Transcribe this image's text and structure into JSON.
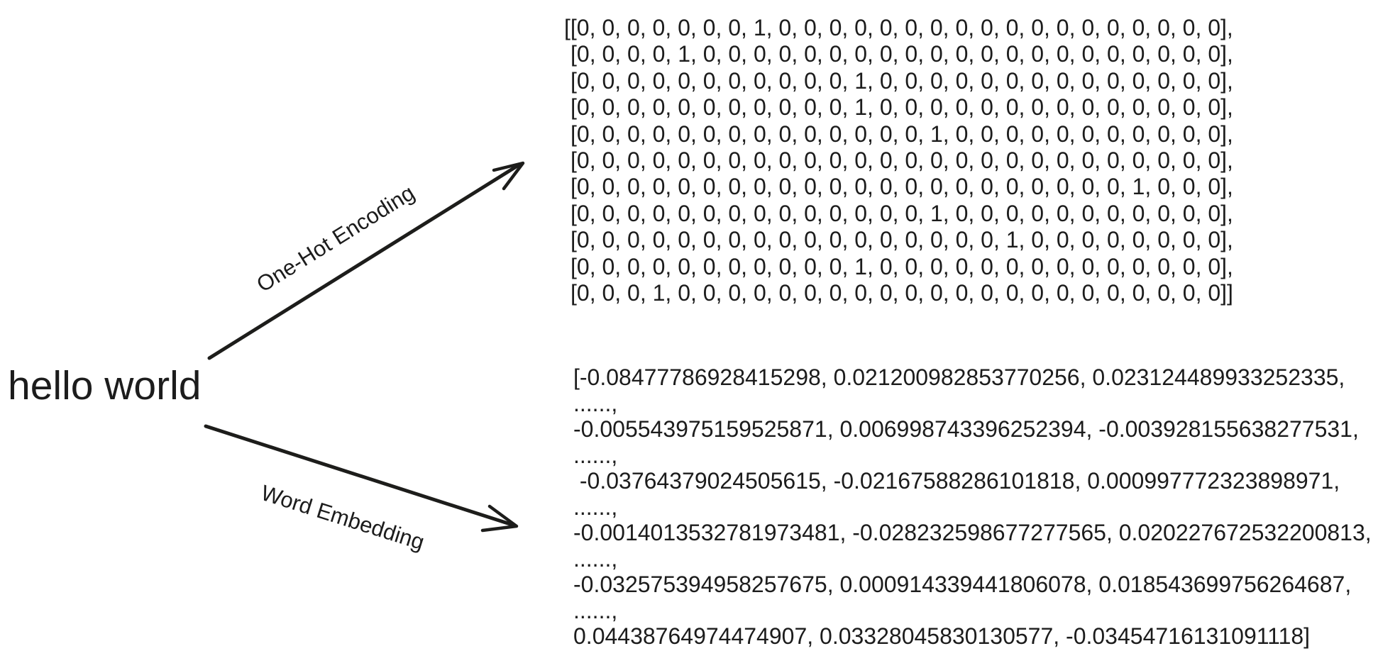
{
  "source_text": "hello world",
  "arrows": {
    "one_hot": {
      "label": "One-Hot Encoding"
    },
    "word_embedding": {
      "label": "Word Embedding"
    }
  },
  "one_hot_matrix": {
    "columns": 26,
    "rows": [
      [
        0,
        0,
        0,
        0,
        0,
        0,
        0,
        1,
        0,
        0,
        0,
        0,
        0,
        0,
        0,
        0,
        0,
        0,
        0,
        0,
        0,
        0,
        0,
        0,
        0,
        0
      ],
      [
        0,
        0,
        0,
        0,
        1,
        0,
        0,
        0,
        0,
        0,
        0,
        0,
        0,
        0,
        0,
        0,
        0,
        0,
        0,
        0,
        0,
        0,
        0,
        0,
        0,
        0
      ],
      [
        0,
        0,
        0,
        0,
        0,
        0,
        0,
        0,
        0,
        0,
        0,
        1,
        0,
        0,
        0,
        0,
        0,
        0,
        0,
        0,
        0,
        0,
        0,
        0,
        0,
        0
      ],
      [
        0,
        0,
        0,
        0,
        0,
        0,
        0,
        0,
        0,
        0,
        0,
        1,
        0,
        0,
        0,
        0,
        0,
        0,
        0,
        0,
        0,
        0,
        0,
        0,
        0,
        0
      ],
      [
        0,
        0,
        0,
        0,
        0,
        0,
        0,
        0,
        0,
        0,
        0,
        0,
        0,
        0,
        1,
        0,
        0,
        0,
        0,
        0,
        0,
        0,
        0,
        0,
        0,
        0
      ],
      [
        0,
        0,
        0,
        0,
        0,
        0,
        0,
        0,
        0,
        0,
        0,
        0,
        0,
        0,
        0,
        0,
        0,
        0,
        0,
        0,
        0,
        0,
        0,
        0,
        0,
        0
      ],
      [
        0,
        0,
        0,
        0,
        0,
        0,
        0,
        0,
        0,
        0,
        0,
        0,
        0,
        0,
        0,
        0,
        0,
        0,
        0,
        0,
        0,
        0,
        1,
        0,
        0,
        0
      ],
      [
        0,
        0,
        0,
        0,
        0,
        0,
        0,
        0,
        0,
        0,
        0,
        0,
        0,
        0,
        1,
        0,
        0,
        0,
        0,
        0,
        0,
        0,
        0,
        0,
        0,
        0
      ],
      [
        0,
        0,
        0,
        0,
        0,
        0,
        0,
        0,
        0,
        0,
        0,
        0,
        0,
        0,
        0,
        0,
        0,
        1,
        0,
        0,
        0,
        0,
        0,
        0,
        0,
        0
      ],
      [
        0,
        0,
        0,
        0,
        0,
        0,
        0,
        0,
        0,
        0,
        0,
        1,
        0,
        0,
        0,
        0,
        0,
        0,
        0,
        0,
        0,
        0,
        0,
        0,
        0,
        0
      ],
      [
        0,
        0,
        0,
        1,
        0,
        0,
        0,
        0,
        0,
        0,
        0,
        0,
        0,
        0,
        0,
        0,
        0,
        0,
        0,
        0,
        0,
        0,
        0,
        0,
        0,
        0
      ]
    ]
  },
  "embedding_vector": {
    "lines": [
      "[-0.08477786928415298, 0.021200982853770256, 0.023124489933252335,",
      "......,",
      "-0.005543975159525871, 0.006998743396252394, -0.003928155638277531,",
      "......,",
      " -0.03764379024505615, -0.02167588286101818, 0.000997772323898971,",
      "......,",
      "-0.0014013532781973481, -0.028232598677277565, 0.020227672532200813,",
      "......,",
      "-0.032575394958257675, 0.000914339441806078, 0.018543699756264687,",
      "......,",
      "0.04438764974474907, 0.03328045830130577, -0.03454716131091118]"
    ]
  }
}
